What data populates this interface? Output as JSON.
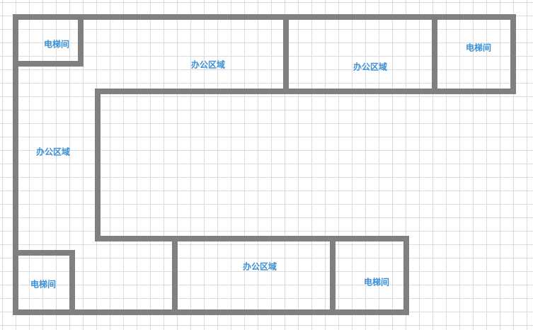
{
  "colors": {
    "wall": "#808080",
    "label": "#3a8fd6",
    "grid": "#dcdcdc"
  },
  "rooms": [
    {
      "name": "elevator-top-left",
      "label": "电梯间"
    },
    {
      "name": "office-top-1",
      "label": "办公区域"
    },
    {
      "name": "office-top-2",
      "label": "办公区域"
    },
    {
      "name": "elevator-top-right",
      "label": "电梯间"
    },
    {
      "name": "office-left",
      "label": "办公区域"
    },
    {
      "name": "office-bottom",
      "label": "办公区域"
    },
    {
      "name": "elevator-bottom-left",
      "label": "电梯间"
    },
    {
      "name": "elevator-bottom-right",
      "label": "电梯间"
    }
  ]
}
